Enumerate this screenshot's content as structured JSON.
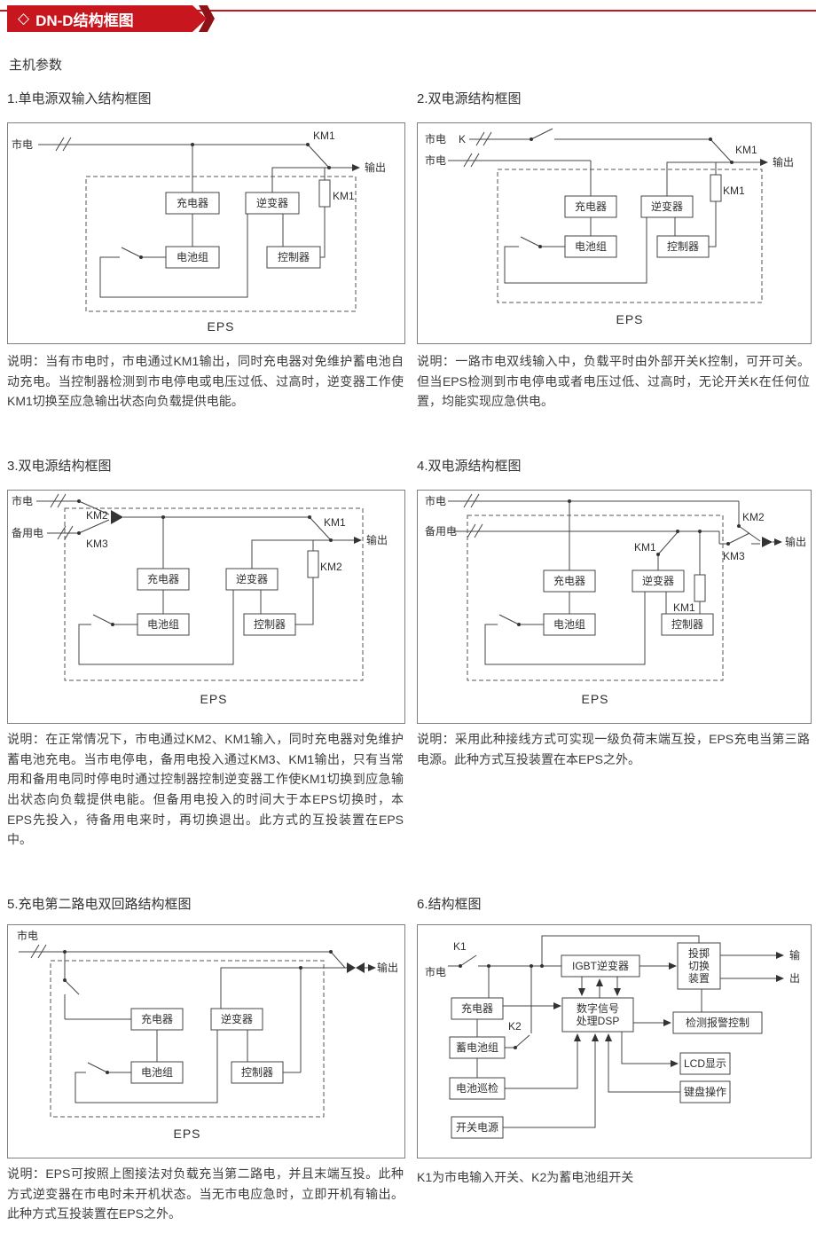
{
  "page": {
    "header": {
      "diamond": "◇",
      "title": "DN-D结构框图"
    },
    "subtitle": "主机参数",
    "accent_color": "#c8161e"
  },
  "labels": {
    "mains": "市电",
    "backup": "备用电",
    "output": "输出",
    "charger": "充电器",
    "inverter": "逆变器",
    "battery": "电池组",
    "controller": "控制器",
    "eps": "EPS",
    "km1": "KM1",
    "km2": "KM2",
    "km3": "KM3",
    "k": "K",
    "k1": "K1",
    "k2": "K2",
    "igbt": "IGBT逆变器",
    "transfer1": "投掷",
    "transfer2": "切换",
    "transfer3": "装置",
    "dsp1": "数字信号",
    "dsp2": "处理DSP",
    "alarm": "检测报警控制",
    "battery_pack": "蓄电池组",
    "lcd": "LCD显示",
    "patrol": "电池巡检",
    "keyboard": "键盘操作",
    "sw_power": "开关电源",
    "out1": "输",
    "out2": "出"
  },
  "sections": [
    {
      "title": "1.单电源双输入结构框图",
      "description": "说明：当有市电时，市电通过KM1输出，同时充电器对免维护蓄电池自动充电。当控制器检测到市电停电或电压过低、过高时，逆变器工作使KM1切换至应急输出状态向负载提供电能。"
    },
    {
      "title": "2.双电源结构框图",
      "description": "说明：一路市电双线输入中，负载平时由外部开关K控制，可开可关。但当EPS检测到市电停电或者电压过低、过高时，无论开关K在任何位置，均能实现应急供电。"
    },
    {
      "title": "3.双电源结构框图",
      "description": "说明：在正常情况下，市电通过KM2、KM1输入，同时充电器对免维护蓄电池充电。当市电停电，备用电投入通过KM3、KM1输出，只有当常用和备用电同时停电时通过控制器控制逆变器工作使KM1切换到应急输出状态向负载提供电能。但备用电投入的时间大于本EPS切换时，本EPS先投入，待备用电来时，再切换退出。此方式的互投装置在EPS中。"
    },
    {
      "title": "4.双电源结构框图",
      "description": "说明：采用此种接线方式可实现一级负荷末端互投，EPS充电当第三路电源。此种方式互投装置在本EPS之外。"
    },
    {
      "title": "5.充电第二路电双回路结构框图",
      "description": "说明：EPS可按照上图接法对负载充当第二路电，并且末端互投。此种方式逆变器在市电时未开机状态。当无市电应急时，立即开机有输出。此种方式互投装置在EPS之外。"
    },
    {
      "title": "6.结构框图",
      "description": "K1为市电输入开关、K2为蓄电池组开关"
    }
  ]
}
